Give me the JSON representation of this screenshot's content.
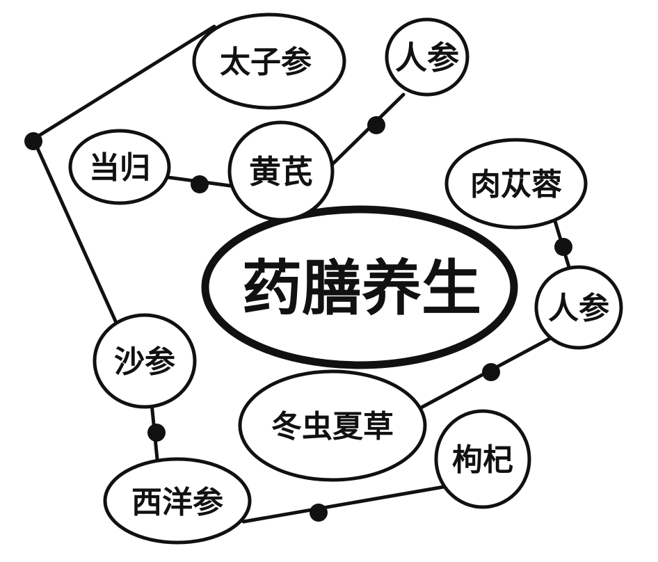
{
  "central": {
    "label": "药膳养生"
  },
  "nodes": {
    "taizishen": "太子参",
    "renshen_top": "人参",
    "danggui": "当归",
    "huangqi": "黄芪",
    "roucongrong": "肉苁蓉",
    "renshen_right": "人参",
    "shashen": "沙参",
    "dongchongxiacao": "冬虫夏草",
    "gouqi": "枸杞",
    "xiyangshen": "西洋参"
  },
  "colors": {
    "stroke": "#111111",
    "background": "#ffffff"
  }
}
